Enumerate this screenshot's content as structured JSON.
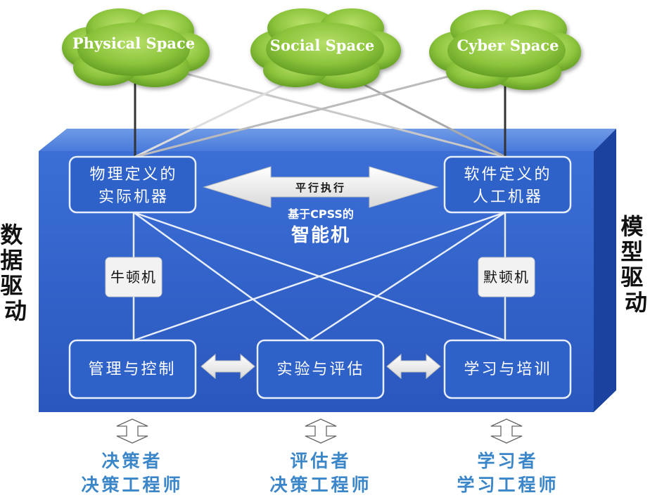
{
  "clouds": {
    "physical": "Physical Space",
    "social": "Social Space",
    "cyber": "Cyber Space"
  },
  "boxes": {
    "physical_machine_line1": "物理定义的",
    "physical_machine_line2": "实际机器",
    "software_machine_line1": "软件定义的",
    "software_machine_line2": "人工机器",
    "management": "管理与控制",
    "experiment": "实验与评估",
    "learning": "学习与培训"
  },
  "center": {
    "parallel_execution": "平行执行",
    "cpss_line1": "基于CPSS的",
    "cpss_line2": "智能机"
  },
  "machines": {
    "newton": "牛顿机",
    "merton": "默顿机"
  },
  "side": {
    "left": "数据驱动",
    "right": "模型驱动"
  },
  "roles": {
    "left_line1": "决策者",
    "left_line2": "决策工程师",
    "middle_line1": "评估者",
    "middle_line2": "决策工程师",
    "right_line1": "学习者",
    "right_line2": "学习工程师"
  },
  "colors": {
    "cloud_green": "#8cc43c",
    "panel_blue": "#2f62c9",
    "panel_dark": "#1f47a6",
    "panel_light": "#4c80de",
    "role_blue": "#3a86c8"
  }
}
